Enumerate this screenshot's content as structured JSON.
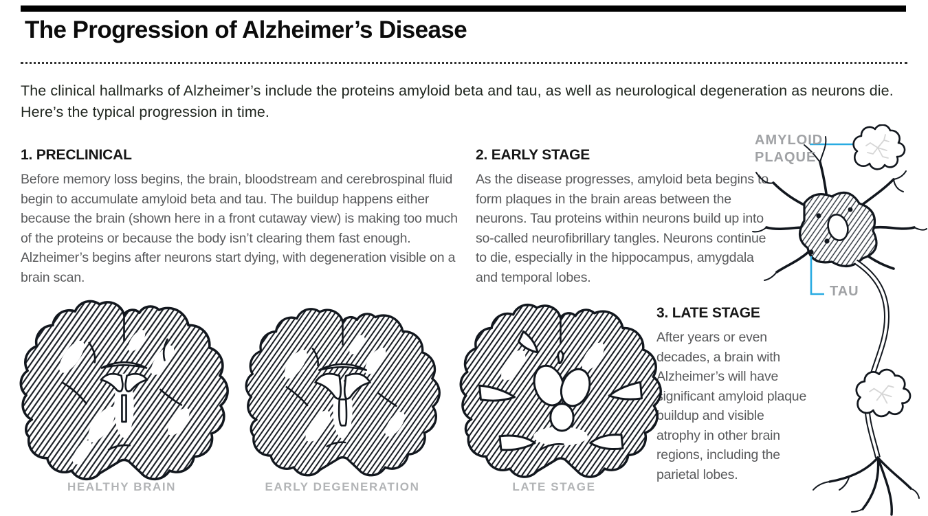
{
  "page": {
    "title": "The Progression of Alzheimer’s Disease",
    "intro": "The clinical hallmarks of Alzheimer’s include the proteins amyloid beta and tau, as well as neurological degeneration as neurons die. Here’s the typical progression in time."
  },
  "sections": [
    {
      "heading": "1. PRECLINICAL",
      "body": "Before memory loss begins, the brain, bloodstream and cerebrospinal fluid begin to accumulate amyloid beta and tau. The buildup happens either because the brain (shown here in a front cutaway view) is making too much of the proteins or because the body isn’t clearing them fast enough. Alzheimer’s begins after neurons start dying, with degeneration visible on a brain scan."
    },
    {
      "heading": "2. EARLY STAGE",
      "body": "As the disease progresses, amyloid beta begins to form plaques in the brain areas between the neurons. Tau proteins within neurons build up into so-called neurofibrillary tangles. Neurons continue to die, especially in the hippocampus, amygdala and temporal lobes."
    },
    {
      "heading": "3. LATE STAGE",
      "body": "After years or even decades, a brain with Alzheimer’s will have significant amyloid plaque buildup and visible atrophy in other brain regions, including the parietal lobes."
    }
  ],
  "brain_captions": [
    "HEALTHY BRAIN",
    "EARLY DEGENERATION",
    "LATE STAGE"
  ],
  "neuron_labels": {
    "amyloid_plaque": "AMYLOID PLAQUE",
    "tau": "TAU"
  },
  "colors": {
    "accent_cyan": "#29abe2",
    "ink": "#12171e",
    "body_gray": "#58595b",
    "caption_gray": "#b2b4b6"
  }
}
